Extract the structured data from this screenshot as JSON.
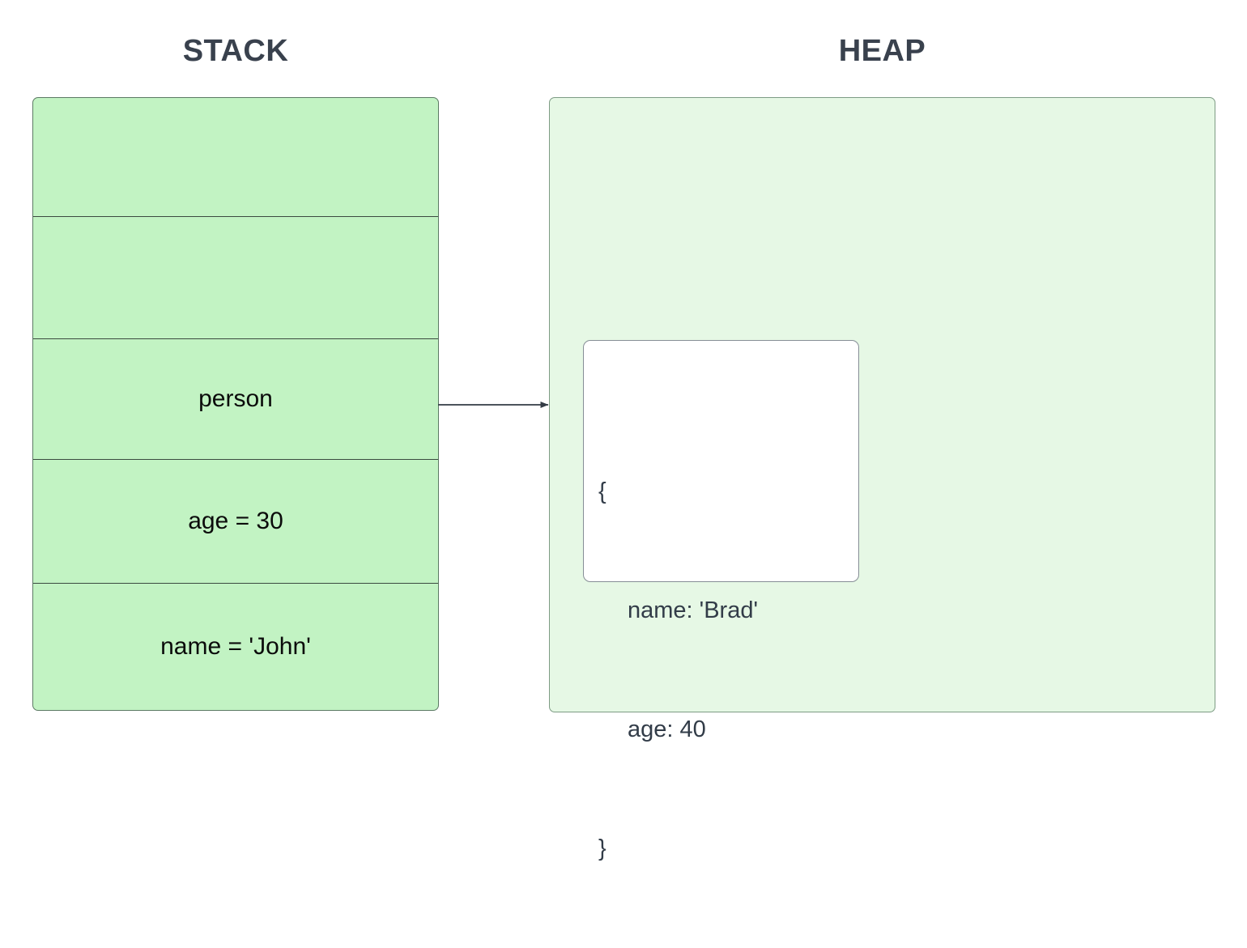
{
  "diagram": {
    "title_stack": "STACK",
    "title_heap": "HEAP",
    "colors": {
      "stack_fill": "#c2f3c3",
      "stack_border": "#5c7a64",
      "stack_divider": "#3b4a40",
      "heap_fill": "#e6f8e5",
      "heap_border": "#7d9b84",
      "object_fill": "#ffffff",
      "object_border": "#868e96",
      "title_text": "#39414d",
      "code_text": "#323c48",
      "cell_text": "#0b0b0b",
      "arrow": "#333b45"
    }
  },
  "stack": {
    "cells": [
      {
        "label": ""
      },
      {
        "label": ""
      },
      {
        "label": "person"
      },
      {
        "label": "age = 30"
      },
      {
        "label": "name = 'John'"
      }
    ]
  },
  "heap": {
    "object": {
      "lines": [
        "{",
        "name: 'Brad'",
        "age: 40",
        "}"
      ]
    }
  },
  "arrow": {
    "label": "",
    "from": "person",
    "to": "heap-object"
  }
}
